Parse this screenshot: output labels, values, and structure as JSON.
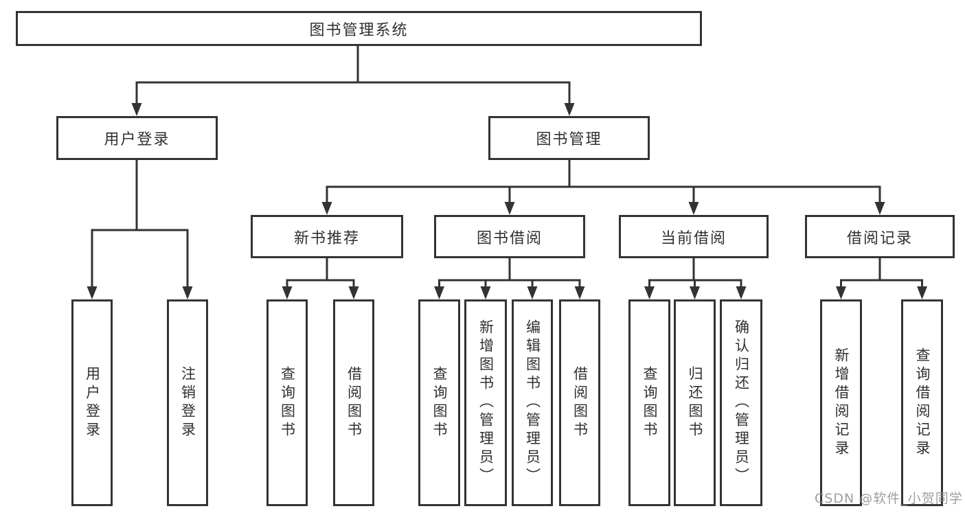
{
  "diagram": {
    "title": "图书管理系统",
    "watermark": "CSDN @软件_小贺同学",
    "colors": {
      "line": "#333333",
      "box_background": "#ffffff",
      "text": "#303030",
      "watermark": "#949494"
    },
    "tree": {
      "root": {
        "label": "图书管理系统"
      },
      "level2": [
        {
          "label": "用户登录",
          "children": [
            "用户登录",
            "注销登录"
          ]
        },
        {
          "label": "图书管理"
        }
      ],
      "level3": [
        {
          "label": "新书推荐",
          "children": [
            "查询图书",
            "借阅图书"
          ]
        },
        {
          "label": "图书借阅",
          "children": [
            "查询图书",
            "新增图书（管理员）",
            "编辑图书（管理员）",
            "借阅图书"
          ]
        },
        {
          "label": "当前借阅",
          "children": [
            "查询图书",
            "归还图书",
            "确认归还（管理员）"
          ]
        },
        {
          "label": "借阅记录",
          "children": [
            "新增借阅记录",
            "查询借阅记录"
          ]
        }
      ]
    }
  }
}
